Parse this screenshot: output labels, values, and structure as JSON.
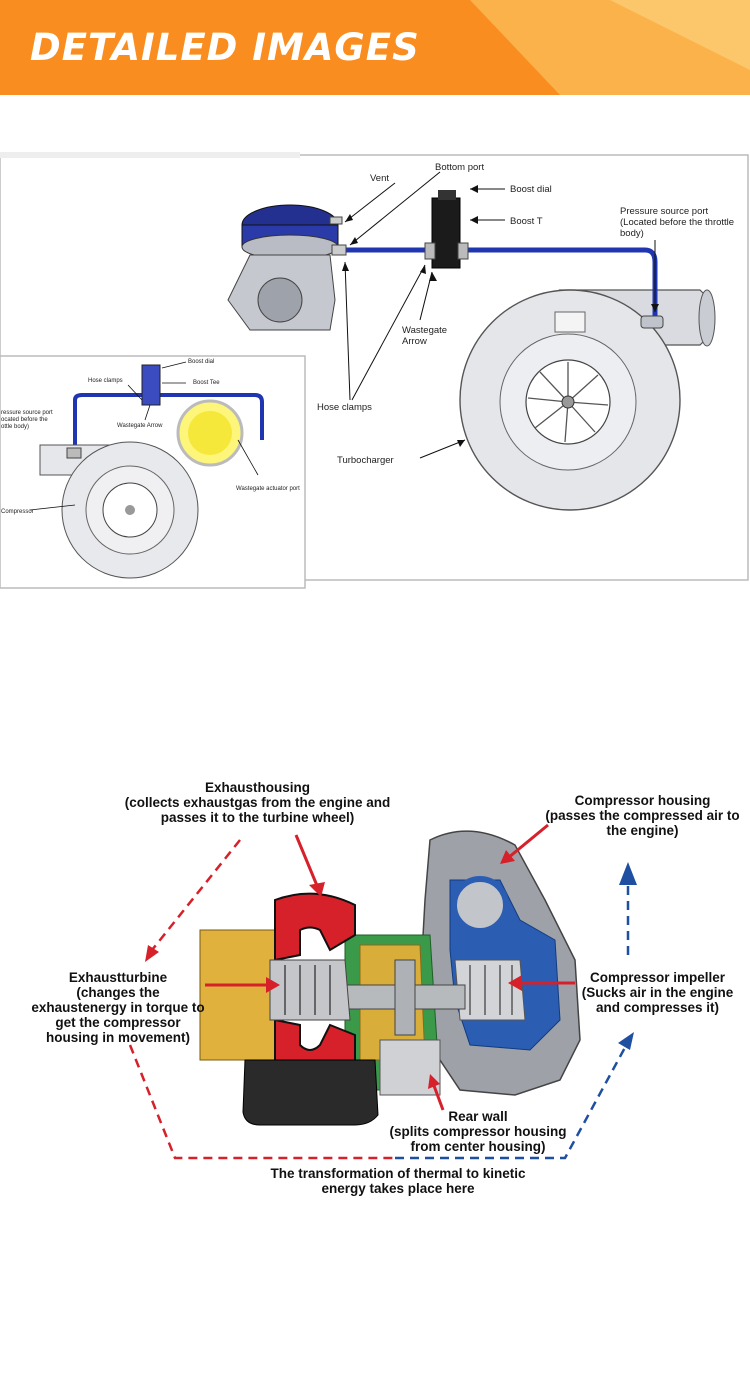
{
  "header": {
    "title": "DETAILED IMAGES"
  },
  "diagram1": {
    "labels": {
      "vent": "Vent",
      "bottom_port": "Bottom port",
      "boost_dial": "Boost dial",
      "boost_t": "Boost T",
      "pressure_source": "Pressure source port (Located before the throttle body)",
      "wastegate_arrow": "Wastegate Arrow",
      "hose_clamps": "Hose clamps",
      "turbocharger": "Turbocharger"
    },
    "inset_labels": {
      "boost_dial": "Boost dial",
      "hose_clamps": "Hose clamps",
      "boost_tee": "Boost Tee",
      "wastegate_arrow": "Wastegate Arrow",
      "pressure_source": "ressure source port ocated before the ottle body)",
      "actuator_port": "Wastegate actuator port",
      "compressor": "Compressor"
    }
  },
  "diagram2": {
    "exhaust_housing": {
      "title": "Exhausthousing",
      "desc": "(collects exhaustgas from the engine and passes it to the turbine wheel)"
    },
    "compressor_housing": {
      "title": "Compressor housing",
      "desc": "(passes the compressed air to the engine)"
    },
    "exhaust_turbine": {
      "title": "Exhaustturbine",
      "desc": "(changes the exhaustenergy in torque to get the compressor housing in movement)"
    },
    "compressor_impeller": {
      "title": "Compressor impeller",
      "desc": "(Sucks air in the engine and compresses it)"
    },
    "rear_wall": {
      "title": "Rear wall",
      "desc": "(splits compressor housing from center housing)"
    },
    "transformation": "The transformation of thermal to kinetic energy takes place here"
  },
  "colors": {
    "banner": "#f98d1f",
    "banner_light": "#fbb24a",
    "exhaust_red": "#d6202a",
    "compressor_blue": "#1f4fa0",
    "pipe_blue": "#2035b0"
  }
}
